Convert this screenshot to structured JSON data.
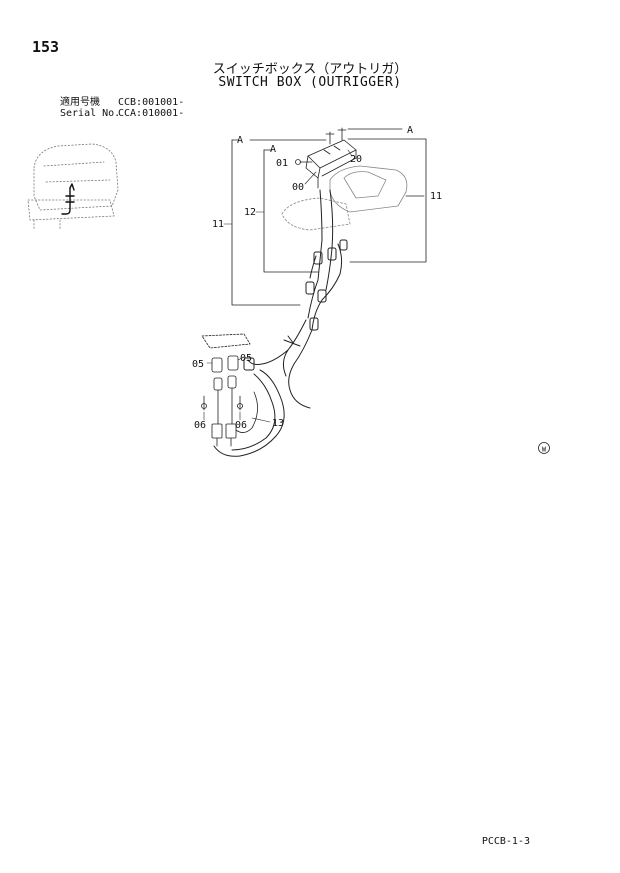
{
  "page": {
    "number": "153",
    "title_jp": "スイッチボックス（アウトリガ）",
    "title_en": "SWITCH BOX (OUTRIGGER)",
    "serial": [
      {
        "label": "適用号機",
        "value": "CCB:001001-"
      },
      {
        "label": "Serial No.",
        "value": "CCA:010001-"
      }
    ],
    "footer_code": "PCCB-1-3"
  },
  "callouts": {
    "a_right": "A",
    "a_left_outer": "A",
    "a_left_inner": "A",
    "p01": "01",
    "p00": "00",
    "p20": "20",
    "p11_right": "11",
    "p11_left": "11",
    "p12": "12",
    "p05_left": "05",
    "p05_right": "05",
    "p06_left": "06",
    "p06_right": "06",
    "p13": "13",
    "w_mark": "W"
  }
}
